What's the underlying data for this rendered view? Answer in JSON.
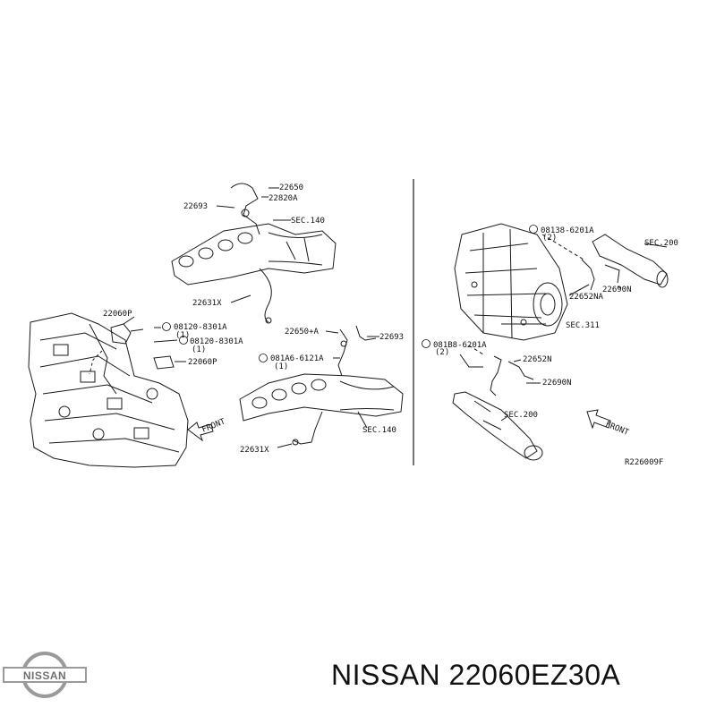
{
  "diagram": {
    "labels": {
      "p22650": "22650",
      "p22820A": "22820A",
      "p22693_top": "22693",
      "sec140_top": "SEC.140",
      "p22060P_main": "22060P",
      "bolt_a": "08120-8301A",
      "bolt_a_qty": "(1)",
      "bolt_b": "08120-8301A",
      "bolt_b_qty": "(1)",
      "p22060P_b": "22060P",
      "p22631X_top": "22631X",
      "p22650A": "22650+A",
      "p22693_mid": "22693",
      "bolt_c": "081A6-6121A",
      "bolt_c_qty": "(1)",
      "sec140_bottom": "SEC.140",
      "p22631X_bottom": "22631X",
      "front_left": "FRONT",
      "bolt_d": "08138-6201A",
      "bolt_d_qty": "(2)",
      "sec200_top": "SEC.200",
      "p22690N_top": "22690N",
      "p22652NA": "22652NA",
      "sec311": "SEC.311",
      "bolt_e": "081B8-6201A",
      "bolt_e_qty": "(2)",
      "p22652N": "22652N",
      "p22690N_bottom": "22690N",
      "sec200_bottom": "SEC.200",
      "front_right": "FRONT",
      "ref_code": "R226009F"
    }
  },
  "logo": {
    "text": "NISSAN"
  },
  "footer": {
    "title": "NISSAN 22060EZ30A"
  },
  "colors": {
    "ink": "#111111",
    "background": "#ffffff",
    "logo_silver": "#9a9a9a"
  }
}
